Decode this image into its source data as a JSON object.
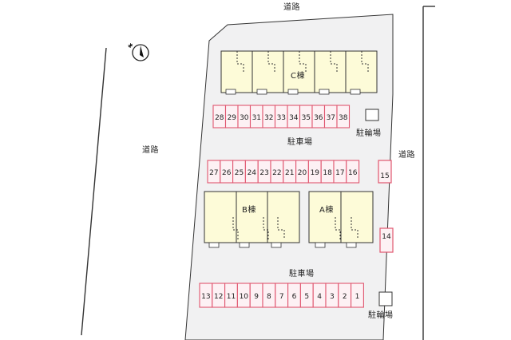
{
  "map": {
    "roads": {
      "top": "道路",
      "left": "道路",
      "right": "道路"
    },
    "buildings": [
      {
        "id": "c",
        "label": "C棟"
      },
      {
        "id": "b",
        "label": "B棟"
      },
      {
        "id": "a",
        "label": "A棟"
      }
    ],
    "parking_labels": {
      "middle": "駐車場",
      "bottom": "駐車場"
    },
    "bike_parking": {
      "top": "駐輪場",
      "bottom": "駐輪場"
    },
    "parking_rows": [
      {
        "id": "row-28-38",
        "slots": [
          "28",
          "29",
          "30",
          "31",
          "32",
          "33",
          "34",
          "35",
          "36",
          "37",
          "38"
        ]
      },
      {
        "id": "row-27-16",
        "slots": [
          "27",
          "26",
          "25",
          "24",
          "23",
          "22",
          "21",
          "20",
          "19",
          "18",
          "17",
          "16"
        ]
      },
      {
        "id": "row-13-1",
        "slots": [
          "13",
          "12",
          "11",
          "10",
          "9",
          "8",
          "7",
          "6",
          "5",
          "4",
          "3",
          "2",
          "1"
        ]
      }
    ],
    "single_slots": [
      "15",
      "14"
    ],
    "colors": {
      "lot_fill": "#f1f1f2",
      "building_fill": "#fdfbd8",
      "parking_stroke": "#e0566f",
      "parking_fill": "#fdf1f4",
      "line": "#333333"
    }
  }
}
